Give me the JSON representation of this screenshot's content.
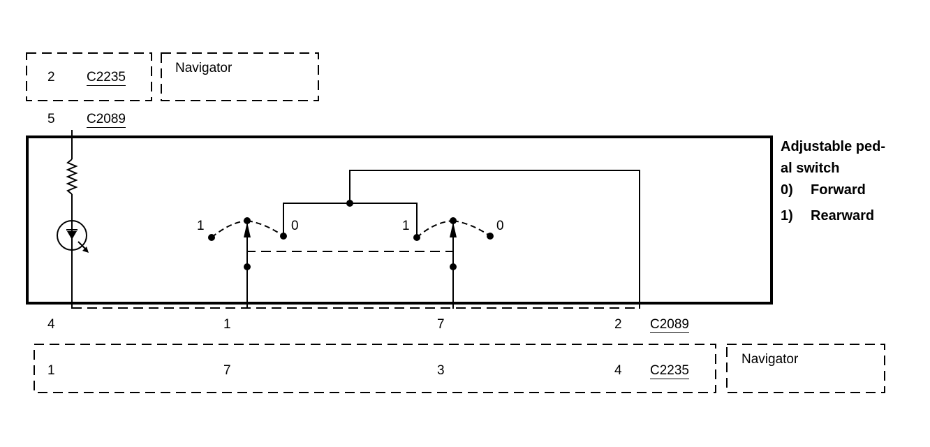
{
  "top_connector": {
    "pin": "2",
    "name": "C2235",
    "module": "Navigator"
  },
  "switch_connector_top": {
    "pin": "5",
    "name": "C2089"
  },
  "switch": {
    "title_line1": "Adjustable ped-",
    "title_line2": "al switch",
    "pos0_key": "0)",
    "pos0_label": "Forward",
    "pos1_key": "1)",
    "pos1_label": "Rearward",
    "left_contact_1": "1",
    "left_contact_0": "0",
    "right_contact_1": "1",
    "right_contact_0": "0"
  },
  "switch_connector_bottom": {
    "pins": [
      "4",
      "1",
      "7",
      "2"
    ],
    "name": "C2089"
  },
  "bottom_connector": {
    "pins": [
      "1",
      "7",
      "3",
      "4"
    ],
    "name": "C2235",
    "module": "Navigator"
  }
}
